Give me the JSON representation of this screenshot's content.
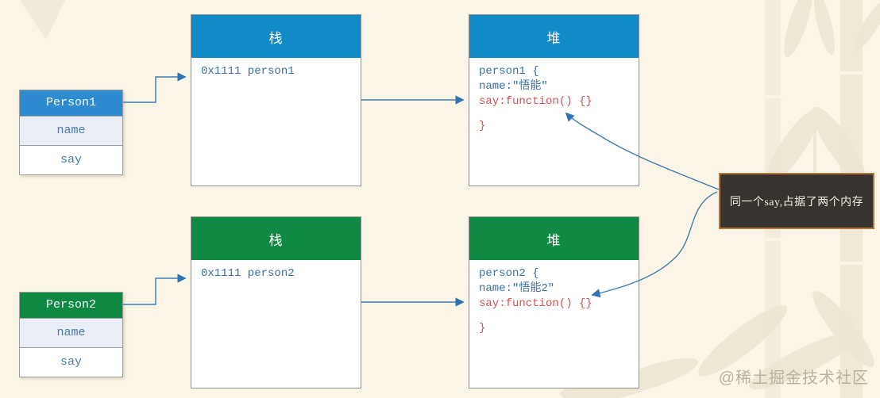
{
  "background": {
    "color": "#fbf5e7"
  },
  "tables": {
    "person1": {
      "title": "Person1",
      "header_color": "#2e8bcf",
      "rows": [
        "name",
        "say"
      ]
    },
    "person2": {
      "title": "Person2",
      "header_color": "#0e8943",
      "rows": [
        "name",
        "say"
      ]
    }
  },
  "boxes": {
    "stack1": {
      "title": "栈",
      "address": "0x1111 person1"
    },
    "heap1": {
      "title": "堆",
      "lines": [
        "person1 {",
        "name:″悟能″",
        "say:function() {}",
        "}"
      ]
    },
    "stack2": {
      "title": "栈",
      "address": "0x1111 person2"
    },
    "heap2": {
      "title": "堆",
      "lines": [
        "person2 {",
        "name:″悟能2″",
        "say:function() {}",
        "}"
      ]
    }
  },
  "annotation": {
    "text": "同一个say,占据了两个内存"
  },
  "watermark": {
    "text": "@稀土掘金技术社区"
  },
  "colors": {
    "blue_header": "#118aca",
    "green_header": "#0e8a44",
    "table_blue_header": "#2e8bcf",
    "table_green_header": "#0e8943",
    "code_blue": "#3a6ea5",
    "code_red": "#e04b4b",
    "arrow": "#3e7cb1",
    "annotation_bg": "#38332e",
    "annotation_border": "#b5763a",
    "watermark_text": "#b9b2a0"
  }
}
